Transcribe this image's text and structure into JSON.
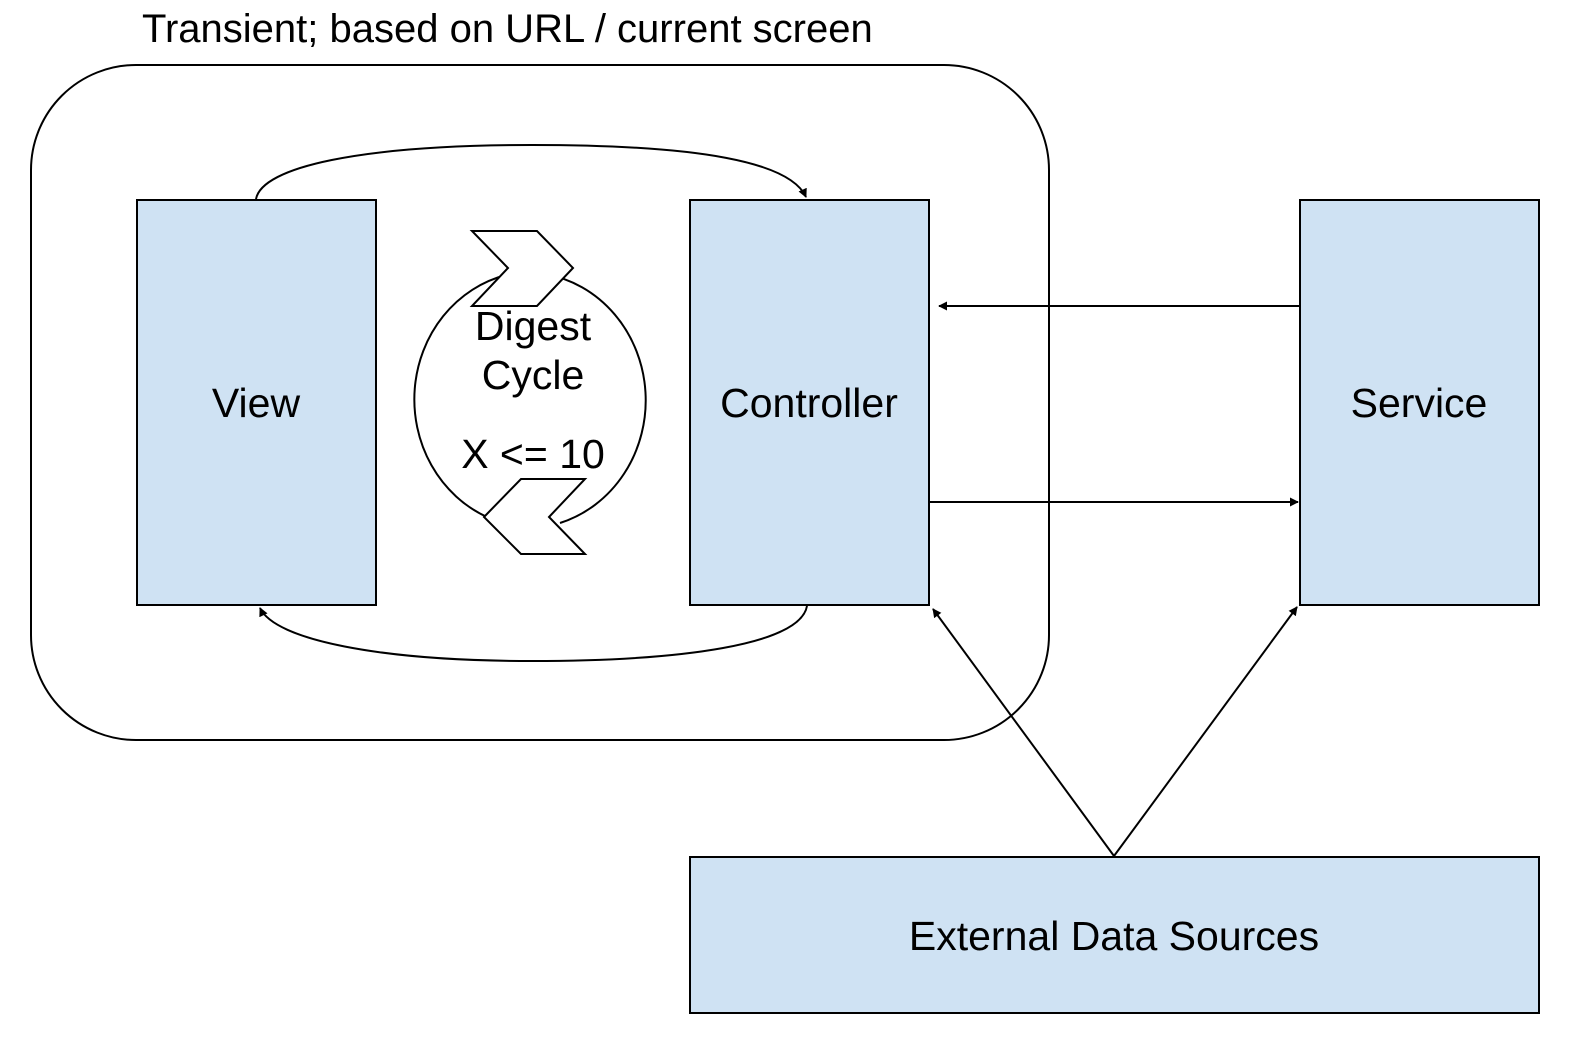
{
  "diagram": {
    "container_label": "Transient; based on URL / current screen",
    "nodes": {
      "view": "View",
      "controller": "Controller",
      "service": "Service",
      "external": "External Data Sources"
    },
    "cycle": {
      "line1": "Digest",
      "line2": "Cycle",
      "line3": "X <= 10"
    },
    "colors": {
      "node_fill": "#cfe2f3",
      "stroke": "#000000",
      "background": "#ffffff"
    }
  }
}
